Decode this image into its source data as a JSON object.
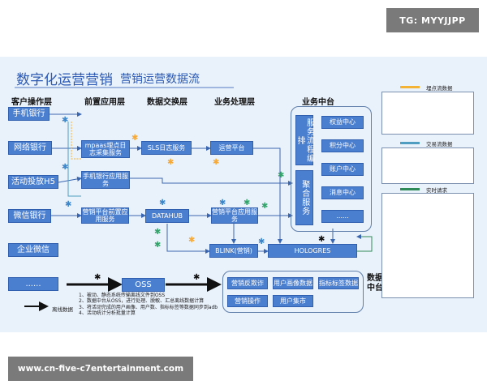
{
  "tag": "TG: MYYJJPP",
  "url": "www.cn-five-c7entertainment.com",
  "title": "数字化运营营销",
  "subtitle": "营销运营数据流",
  "headers": {
    "customer": "客户操作层",
    "front": "前置应用层",
    "exchange": "数据交换层",
    "business": "业务处理层",
    "middle": "业务中台"
  },
  "customer": [
    "手机银行",
    "网络银行",
    "活动投放H5",
    "微信银行",
    "企业微信",
    "......"
  ],
  "front": {
    "mpaas": "mpaas埋点日志采集服务",
    "mobile_app": "手机银行应用服务",
    "marketing_front": "营销平台前置应用服务"
  },
  "exchange": {
    "sls": "SLS日志服务",
    "datahub": "DATAHUB",
    "oss": "OSS"
  },
  "business": {
    "activity": "运营平台",
    "marketing_app": "营销平台应用服务",
    "blink": "BLINK(营销)"
  },
  "middle": {
    "flow": "服务流程编排",
    "aggregate": "聚合服务",
    "centers": [
      "权益中心",
      "积分中心",
      "账户中心",
      "消息中心",
      "......"
    ]
  },
  "hologres": "HOLOGRES",
  "data_boxes": [
    "营销反欺诈",
    "用户画像数据",
    "指标标签数据",
    "营销操作",
    "用户集市"
  ],
  "data_center": "数据中台",
  "offline_label": "离线数据",
  "notes": [
    "1、被动、静态系统传输离线文件到OSS",
    "2、数据中台从OSS，进行处理、脱敏、汇总离线数据计算",
    "3、将活动完成的用户画像、用户数、指标标签等数据同步到adb",
    "4、活动统计分析批量计算"
  ],
  "legend": [
    "埋点流数据",
    "交易流数据",
    "实时请求"
  ],
  "colors": {
    "box": "#4a7fd0",
    "title": "#2b59b3",
    "panel": "#e9f1fb",
    "legend_track": "#f5b335",
    "legend_trade": "#4f9ec2",
    "legend_realtime": "#2e8b57",
    "gear_orange": "#f5a93a",
    "gear_green": "#35a26b",
    "gear_blue": "#3e86c8"
  }
}
